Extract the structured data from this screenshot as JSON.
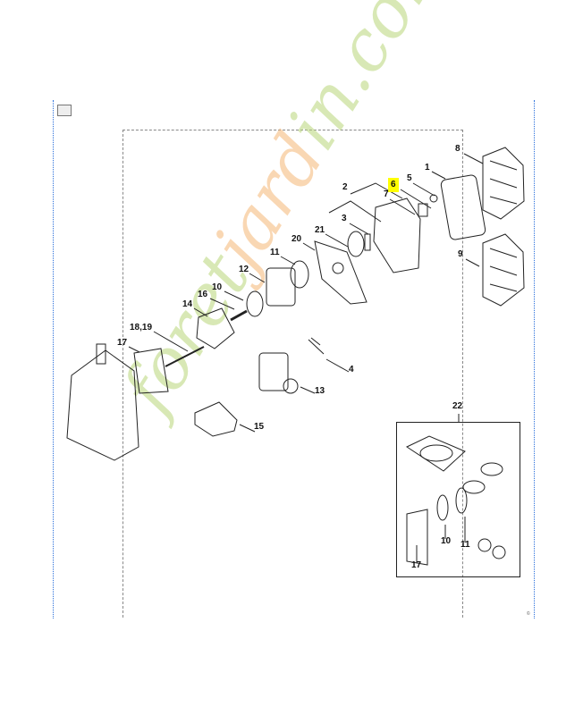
{
  "watermark": {
    "text_a": "foret",
    "text_b": "jard",
    "text_c": "in.com",
    "colors": {
      "green": "#b9d77a",
      "orange": "#f5b776"
    }
  },
  "colors": {
    "highlight": "#ffff00",
    "border": "#2a6fdb"
  },
  "icon": "image-icon",
  "callouts": {
    "p1": "1",
    "p2": "2",
    "p3": "3",
    "p4": "4",
    "p5": "5",
    "p6": "6",
    "p7": "7",
    "p8": "8",
    "p9": "9",
    "p10": "10",
    "p11": "11",
    "p12": "12",
    "p13": "13",
    "p14": "14",
    "p15": "15",
    "p16": "16",
    "p17": "17",
    "p18_19": "18,19",
    "p20": "20",
    "p21": "21",
    "p22": "22"
  },
  "kit": {
    "l17": "17",
    "l10": "10",
    "l11": "11"
  },
  "highlighted_part": "6",
  "corner_mark": "©"
}
